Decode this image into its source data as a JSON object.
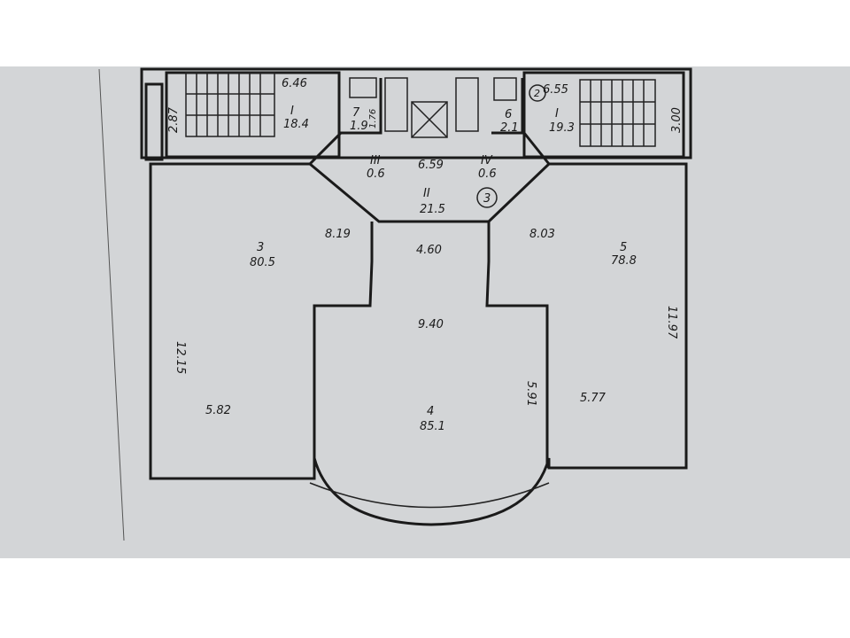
{
  "rooms": [
    {
      "id": "I",
      "area": "18.4"
    },
    {
      "id": "7",
      "area": "1.9"
    },
    {
      "id": "III",
      "area": "0.6"
    },
    {
      "id": "IV",
      "area": "0.6"
    },
    {
      "id": "II",
      "area": "21.5"
    },
    {
      "id": "6",
      "area": "2.1"
    },
    {
      "id": "I",
      "area": "19.3"
    },
    {
      "id": "3",
      "area": "80.5"
    },
    {
      "id": "4",
      "area": "85.1"
    },
    {
      "id": "5",
      "area": "78.8"
    }
  ],
  "markers": [
    "2",
    "3"
  ],
  "dimensions": {
    "d1": "6.46",
    "d2": "2.87",
    "d3": "1.76",
    "d4": "6.59",
    "d5": "6.55",
    "d6": "3.00",
    "d7": "8.19",
    "d8": "4.60",
    "d9": "8.03",
    "d10": "9.40",
    "d11": "12.15",
    "d12": "11.97",
    "d13": "5.82",
    "d14": "5.91",
    "d15": "5.77"
  }
}
